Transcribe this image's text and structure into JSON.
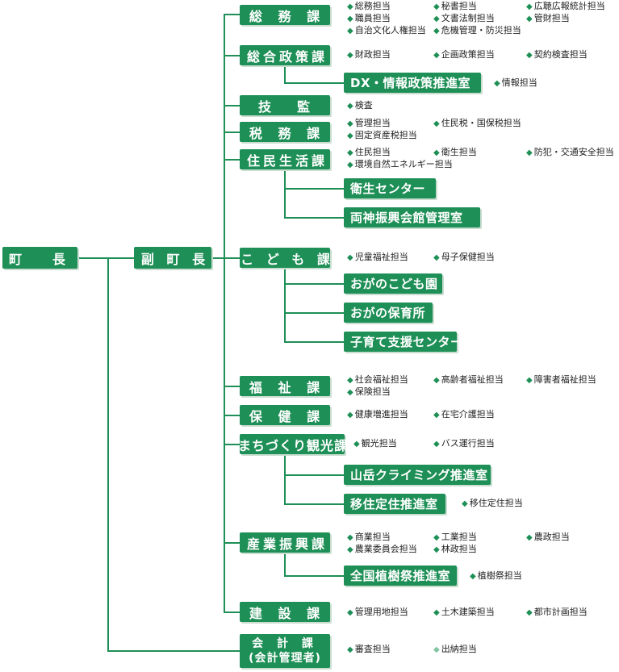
{
  "colors": {
    "green": "#1e8f56",
    "line": "#1e8f56",
    "light_marker": "#7fc4a0"
  },
  "mayor": "町　　長",
  "deputy": "副 町 長",
  "depts": {
    "soumu": {
      "name": "総 務 課",
      "duties": [
        "総務担当",
        "秘書担当",
        "広聴広報統計担当",
        "職員担当",
        "文書法制担当",
        "管財担当",
        "自治文化人権担当",
        "危機管理・防災担当"
      ]
    },
    "sougou": {
      "name": "総合政策課",
      "duties": [
        "財政担当",
        "企画政策担当",
        "契約検査担当"
      ],
      "sub": {
        "name": "DX・情報政策推進室",
        "duties": [
          "情報担当"
        ]
      }
    },
    "gikan": {
      "name": "技　監",
      "duties": [
        "検査"
      ]
    },
    "zeimu": {
      "name": "税 務 課",
      "duties": [
        "管理担当",
        "住民税・国保税担当",
        "固定資産税担当"
      ]
    },
    "jumin": {
      "name": "住民生活課",
      "duties": [
        "住民担当",
        "衛生担当",
        "防犯・交通安全担当",
        "環境自然エネルギー担当"
      ],
      "subs": [
        "衛生センター",
        "両神振興会館管理室"
      ]
    },
    "kodomo": {
      "name": "こ ど も 課",
      "duties": [
        "児童福祉担当",
        "母子保健担当"
      ],
      "subs": [
        "おがのこども園",
        "おがの保育所",
        "子育て支援センター"
      ]
    },
    "fukushi": {
      "name": "福 祉 課",
      "duties": [
        "社会福祉担当",
        "高齢者福祉担当",
        "障害者福祉担当",
        "保険担当"
      ]
    },
    "hoken": {
      "name": "保 健 課",
      "duties": [
        "健康増進担当",
        "在宅介護担当"
      ]
    },
    "machi": {
      "name": "まちづくり観光課",
      "duties": [
        "観光担当",
        "バス運行担当"
      ],
      "subs": [
        "山岳クライミング推進室",
        "移住定住推進室"
      ],
      "sub2_duties": [
        "移住定住担当"
      ]
    },
    "sangyo": {
      "name": "産業振興課",
      "duties": [
        "商業担当",
        "工業担当",
        "農政担当",
        "農業委員会担当",
        "林政担当"
      ],
      "sub": {
        "name": "全国植樹祭推進室",
        "duties": [
          "植樹祭担当"
        ]
      }
    },
    "kensetsu": {
      "name": "建 設 課",
      "duties": [
        "管理用地担当",
        "土木建築担当",
        "都市計画担当"
      ]
    },
    "kaikei": {
      "name_line1": "会 計 課",
      "name_line2": "(会計管理者)",
      "duties": [
        "審査担当",
        "出納担当"
      ]
    }
  }
}
